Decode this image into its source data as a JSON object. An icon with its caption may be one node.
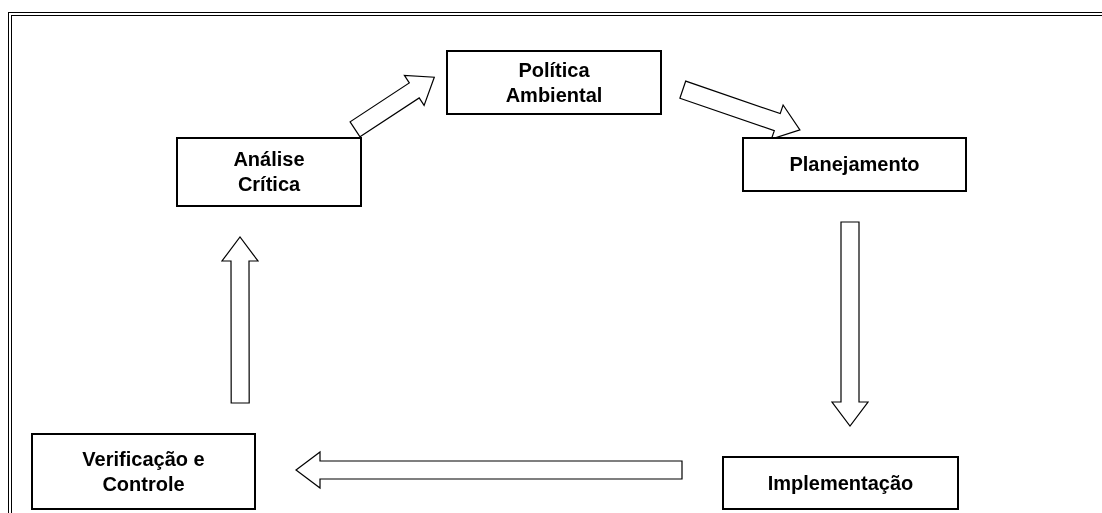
{
  "diagram": {
    "nodes": [
      {
        "text": [
          "Política Ambiental"
        ]
      },
      {
        "text": [
          "Planejamento"
        ]
      },
      {
        "text": [
          "Implementação"
        ]
      },
      {
        "text": [
          "Verificação e Controle"
        ]
      },
      {
        "text": [
          "Análise Crítica"
        ]
      }
    ],
    "edges": [
      {
        "from": 0,
        "to": 1,
        "arrow": "to"
      },
      {
        "from": 1,
        "to": 2,
        "arrow": "to"
      },
      {
        "from": 2,
        "to": 3,
        "arrow": "to"
      },
      {
        "from": 3,
        "to": 4,
        "arrow": "to"
      },
      {
        "from": 4,
        "to": 0,
        "arrow": "to"
      }
    ]
  }
}
